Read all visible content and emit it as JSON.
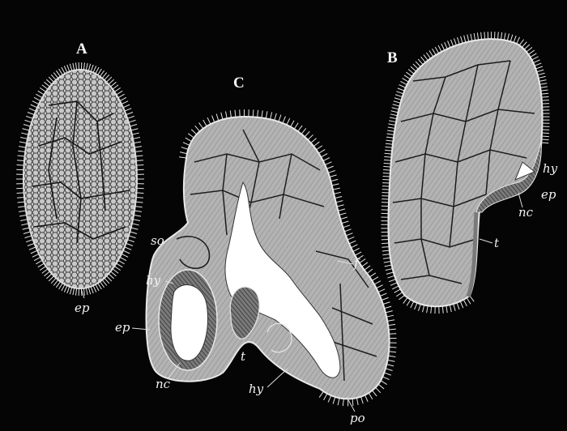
{
  "figure": {
    "panels": [
      {
        "id": "A",
        "label": "A"
      },
      {
        "id": "B",
        "label": "B"
      },
      {
        "id": "C",
        "label": "C"
      }
    ],
    "labels": {
      "a_ep": "ep",
      "b_hy": "hy",
      "b_ep": "ep",
      "b_nc": "nc",
      "b_t": "t",
      "c_so": "so",
      "c_hy_left": "hy",
      "c_ep": "ep",
      "c_nc": "nc",
      "c_t": "t",
      "c_hy_bottom": "hy",
      "c_f": "f",
      "c_po": "po"
    },
    "colors": {
      "background": "#050505",
      "tissue": "#b9b9b9",
      "cell_lines": "#2a2a2a",
      "cilia": "#e6e6e6",
      "cavity": "#ffffff"
    }
  }
}
